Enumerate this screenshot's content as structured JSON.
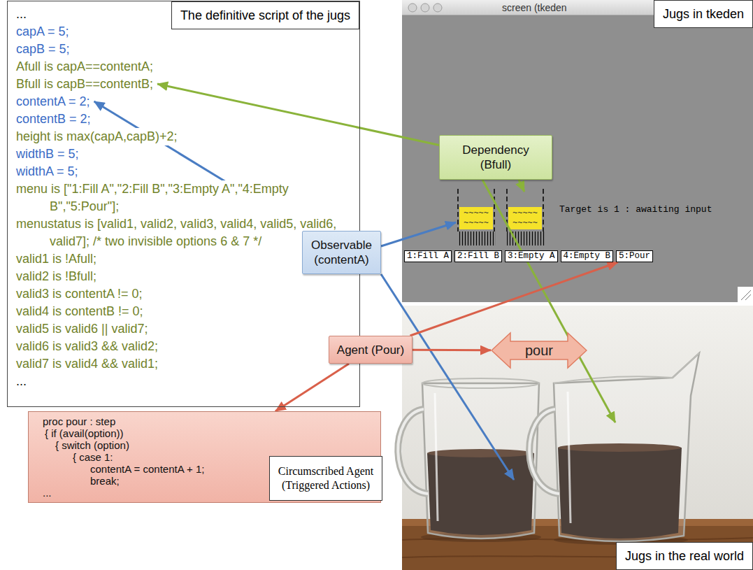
{
  "diagram": {
    "nodes": [
      {
        "text": [
          "...",
          "capA = 5;",
          "capB = 5;",
          "Afull is capA==contentA;",
          "Bfull is capB==contentB;",
          "contentA = 2;",
          "contentB = 2;",
          "height is max(capA,capB)+2;",
          "widthB = 5;",
          "widthA = 5;",
          "menu is [\"1:Fill A\",\"2:Fill B\",\"3:Empty A\",\"4:Empty B\",\"5:Pour\"];",
          "menustatus is [valid1, valid2, valid3, valid4, valid5, valid6, valid7]; /* two invisible options 6 & 7 */",
          "valid1 is !Afull;",
          "valid2 is !Bfull;",
          "valid3 is contentA != 0;",
          "valid4 is contentB != 0;",
          "valid5 is valid6 || valid7;",
          "valid6 is valid3 && valid2;",
          "valid7 is valid4 && valid1;",
          "..."
        ]
      },
      {
        "text": [
          "The definitive script of the jugs"
        ],
        "in": 0
      },
      {
        "text": [
          "screen (tkeden"
        ]
      },
      {
        "text": [
          "Jugs in tkeden"
        ],
        "in": 2
      },
      {
        "text": [
          "1:Fill A"
        ],
        "in": 2
      },
      {
        "text": [
          "2:Fill B"
        ],
        "in": 2
      },
      {
        "text": [
          "3:Empty A"
        ],
        "in": 2
      },
      {
        "text": [
          "4:Empty B"
        ],
        "in": 2
      },
      {
        "text": [
          "5:Pour"
        ],
        "in": 2
      },
      {
        "text": [
          "Dependency (Bfull)"
        ]
      },
      {
        "text": [
          "Observable (contentA)"
        ]
      },
      {
        "text": [
          "Agent (Pour)"
        ]
      },
      {
        "text": [
          "pour"
        ]
      },
      {
        "text": [
          "proc pour : step",
          "{ if (avail(option))",
          "{ switch (option)",
          "{ case 1:",
          "contentA = contentA + 1;",
          "break;",
          "..."
        ]
      },
      {
        "text": [
          "Circumscribed Agent (Triggered Actions)"
        ]
      },
      {
        "text": [
          "Jugs in the real world"
        ]
      }
    ],
    "edges": [
      {
        "from": 9,
        "to": 0,
        "arrow": "to"
      },
      {
        "from": 10,
        "to": 0,
        "arrow": "to"
      },
      {
        "from": 11,
        "to": 8,
        "arrow": "to"
      },
      {
        "from": 11,
        "to": 12,
        "arrow": "to"
      },
      {
        "from": 11,
        "to": 13,
        "arrow": "to"
      }
    ],
    "labels": [
      "Target is 1 : awaiting input",
      "~~~~~",
      "~~~~~",
      "~~~~~",
      "~~~~~"
    ]
  }
}
